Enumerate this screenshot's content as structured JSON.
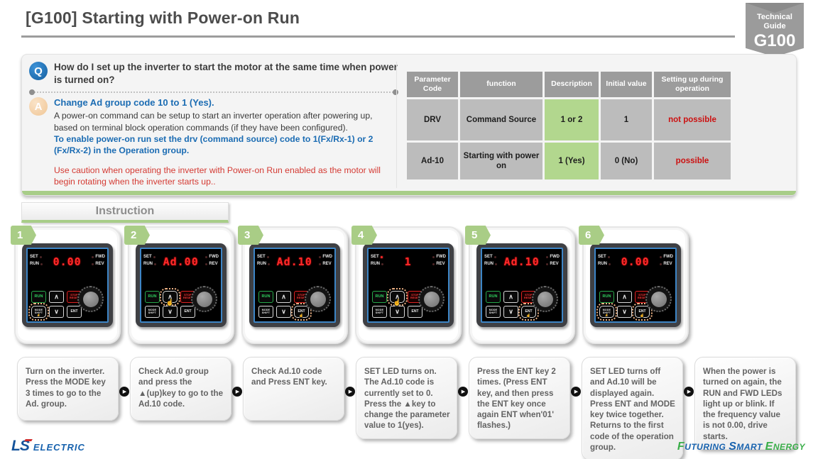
{
  "header": {
    "title": "[G100] Starting with Power-on Run",
    "badge": {
      "line1": "Technical",
      "line2": "Guide",
      "code": "G100"
    }
  },
  "qa": {
    "q_label": "Q",
    "question": "How do I set up the inverter to start the motor at the same time when power is turned on?",
    "a_label": "A",
    "answer_title": "Change Ad group code 10 to 1 (Yes).",
    "answer_body": "A power-on command can be setup to start an inverter operation after powering up, based on terminal block operation commands (if they have been configured).",
    "answer_highlight": "To enable power-on run set the drv (command source) code to 1(Fx/Rx-1) or 2 (Fx/Rx-2) in the Operation group.",
    "answer_caution": "Use caution when operating the inverter with Power-on Run enabled as the motor will begin rotating when the inverter starts up.."
  },
  "table": {
    "headers": [
      "Parameter Code",
      "function",
      "Description",
      "Initial value",
      "Setting up during operation"
    ],
    "rows": [
      [
        "DRV",
        "Command Source",
        "1 or 2",
        "1",
        "not possible"
      ],
      [
        "Ad-10",
        "Starting with power on",
        "1 (Yes)",
        "0 (No)",
        "possible"
      ]
    ]
  },
  "instruction_label": "Instruction",
  "keypad": {
    "set": "SET",
    "run": "RUN",
    "fwd": "FWD",
    "rev": "REV",
    "btn_run": "RUN",
    "btn_up": "∧",
    "btn_down": "∨",
    "btn_stop_1": "STOP",
    "btn_stop_2": "RESET",
    "btn_mode_1": "MODE",
    "btn_mode_2": "SHIFT",
    "btn_ent": "ENT"
  },
  "icons": {
    "hand": "☝",
    "arrow": "▶"
  },
  "panels": [
    {
      "num": "1",
      "display": "0.00"
    },
    {
      "num": "2",
      "display": "Ad.00"
    },
    {
      "num": "3",
      "display": "Ad.10"
    },
    {
      "num": "4",
      "display": "1"
    },
    {
      "num": "5",
      "display": "Ad.10"
    },
    {
      "num": "6",
      "display": "0.00"
    }
  ],
  "steps": [
    {
      "text": "Turn on the inverter. Press the MODE key 3 times to go to the Ad. group."
    },
    {
      "text": "Check Ad.0 group and press the ▲(up)key to go to the Ad.10 code."
    },
    {
      "text": "Check Ad.10 code and Press ENT key."
    },
    {
      "text": "SET LED turns on. The Ad.10 code is currently set to 0. Press the ▲key to change the parameter value to 1(yes)."
    },
    {
      "text": "Press the ENT key 2 times. (Press ENT key, and then press the ENT key once again ENT when'01' flashes.)"
    },
    {
      "text": "SET LED turns off and Ad.10 will be displayed again. Press ENT and MODE key twice together.  Returns to the first code of the operation group."
    },
    {
      "text": "When the power is turned on again, the RUN and FWD LEDs light up or blink. If the frequency value is not 0.00, drive starts."
    }
  ],
  "footer": {
    "ls": "LS",
    "electric": "ELECTRIC",
    "f1": "F",
    "f2": "UTURING ",
    "s1": "S",
    "s2": "MART ",
    "e1": "E",
    "e2": "NERGY"
  }
}
